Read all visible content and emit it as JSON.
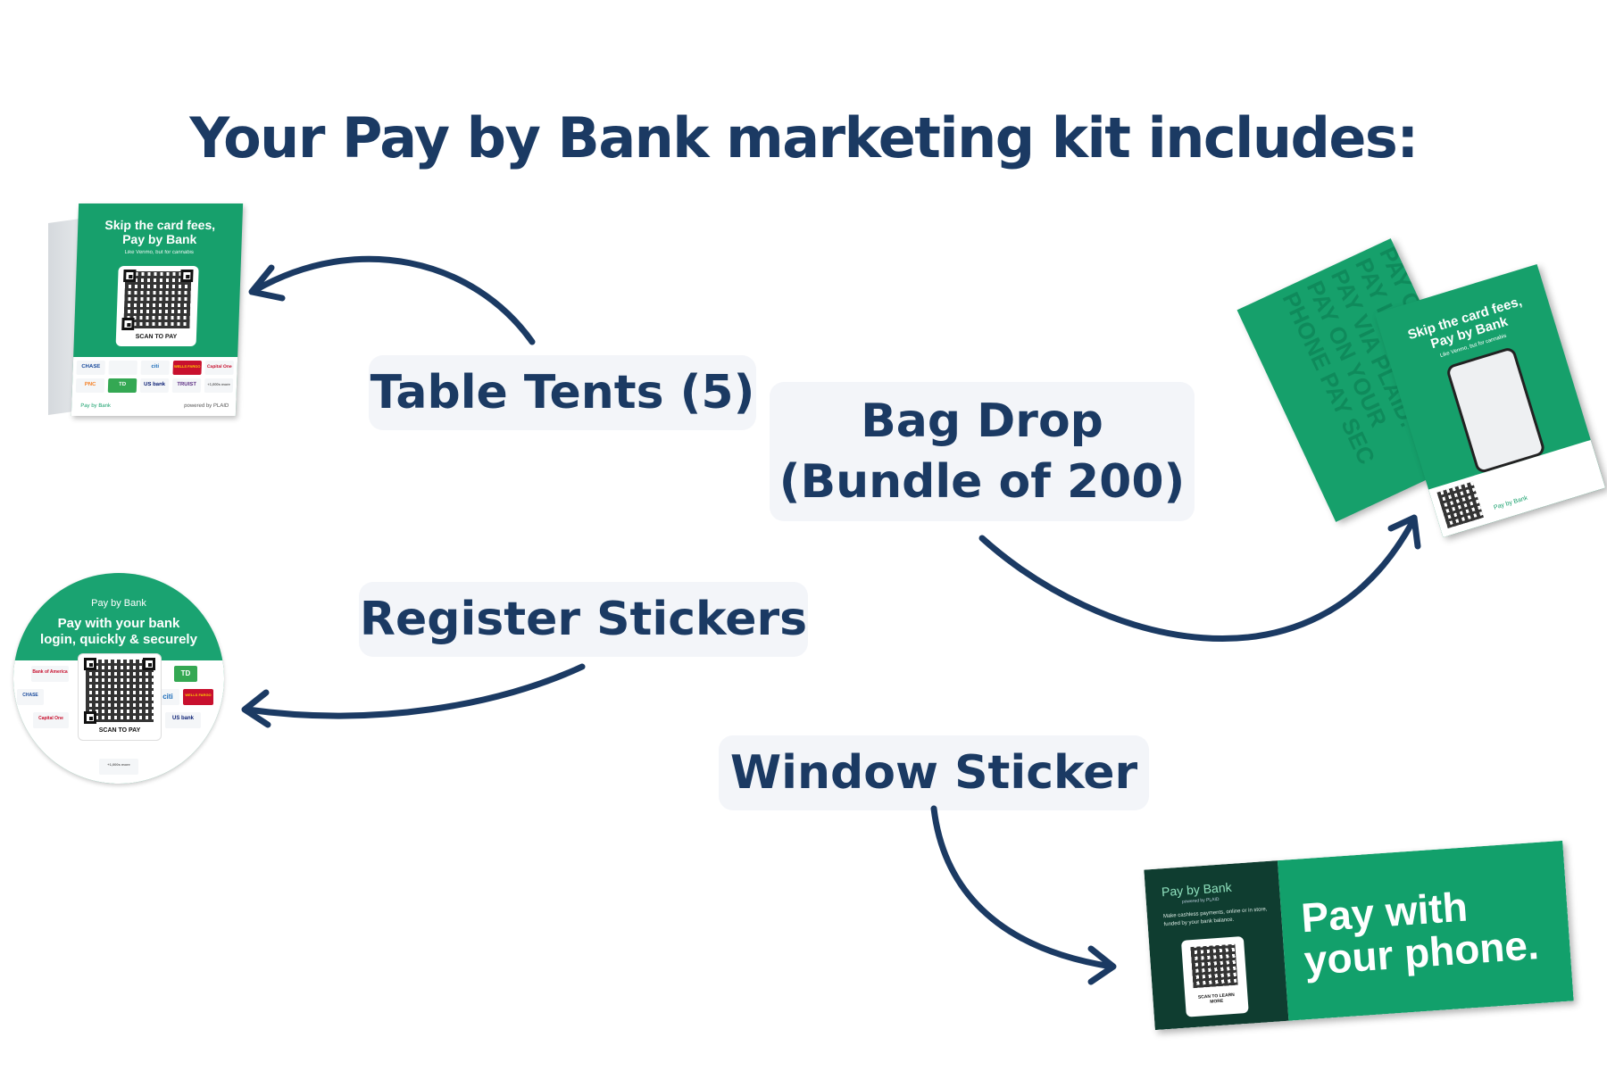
{
  "title": "Your Pay by Bank marketing kit includes:",
  "items": {
    "table_tents": "Table Tents (5)",
    "bag_drop_line1": "Bag Drop",
    "bag_drop_line2": "(Bundle of 200)",
    "register_stickers": "Register Stickers",
    "window_sticker": "Window Sticker"
  },
  "table_tent": {
    "headline_1": "Skip the card fees,",
    "headline_2": "Pay by Bank",
    "subline": "Like Venmo, but for cannabis",
    "scan": "SCAN TO PAY",
    "banks": [
      "CHASE",
      "",
      "citi",
      "WELLS FARGO",
      "Capital One",
      "PNC",
      "TD",
      "US bank",
      "TRUIST",
      "+1,000s more"
    ],
    "footer_brand": "Pay by Bank",
    "footer_powered": "powered by PLAID"
  },
  "register_sticker": {
    "brand": "Pay by Bank",
    "headline_1": "Pay with your bank",
    "headline_2": "login, quickly & securely",
    "scan": "SCAN TO PAY",
    "banks": [
      "Bank of America",
      "TD",
      "CHASE",
      "citi",
      "WELLS FARGO",
      "Capital One",
      "US bank",
      "+1,000s more"
    ]
  },
  "bag_drop": {
    "back_text": [
      "PAY ONLINE.",
      "PAY IN-PERSON.",
      "PAY VIA PLAID.",
      "PAY ON YOUR",
      "PHONE PAY SEC"
    ],
    "headline_1": "Skip the card fees,",
    "headline_2": "Pay by Bank",
    "subline": "Like Venmo, but for cannabis",
    "footer_brand": "Pay by Bank"
  },
  "window_sticker_card": {
    "brand": "Pay by Bank",
    "powered": "powered by PLAID",
    "small": "Make cashless payments, online or in store, funded by your bank balance.",
    "scan": "SCAN TO LEARN MORE",
    "big_1": "Pay with",
    "big_2": "your phone."
  },
  "colors": {
    "navy": "#1b3a63",
    "green": "#17a06c",
    "dark_green": "#0f3d30",
    "pill_bg": "#f3f5f9"
  }
}
